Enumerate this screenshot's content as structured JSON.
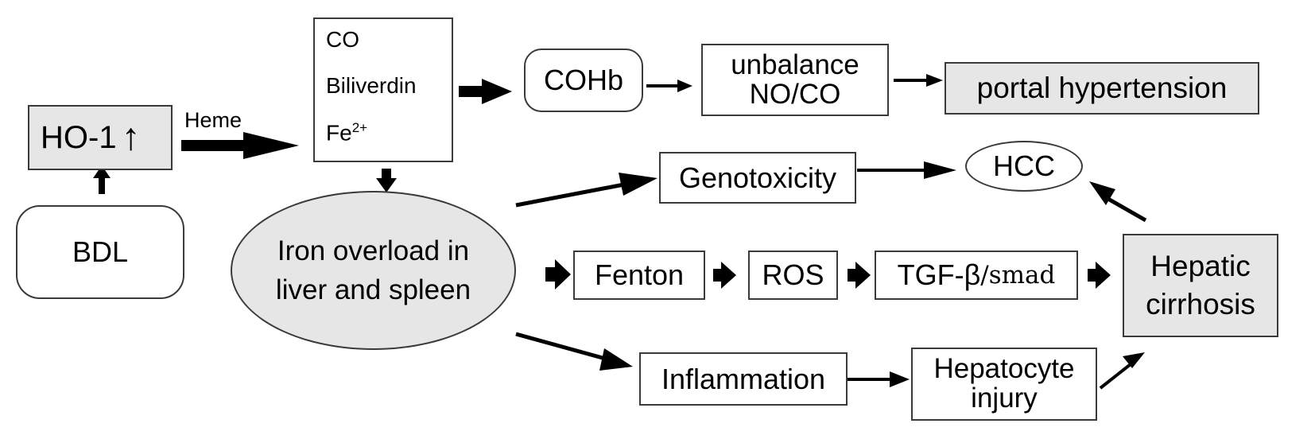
{
  "nodes": {
    "ho1": {
      "label": "HO-1",
      "arrow_glyph": "↑"
    },
    "bdl": {
      "label": "BDL"
    },
    "heme_label": "Heme",
    "products": {
      "co": "CO",
      "biliverdin": "Biliverdin",
      "fe": "Fe",
      "fe_sup": "2+"
    },
    "cohb": {
      "label": "COHb"
    },
    "unbalance": {
      "line1": "unbalance",
      "line2": "NO/CO"
    },
    "portal": {
      "label": "portal hypertension"
    },
    "iron": {
      "line1": "Iron overload in",
      "line2": "liver and spleen"
    },
    "genotoxicity": {
      "label": "Genotoxicity"
    },
    "hcc": {
      "label": "HCC"
    },
    "fenton": {
      "label": "Fenton"
    },
    "ros": {
      "label": "ROS"
    },
    "tgf": {
      "label": "TGF-β",
      "suffix": "/smad"
    },
    "cirrhosis": {
      "line1": "Hepatic",
      "line2": "cirrhosis"
    },
    "inflammation": {
      "label": "Inflammation"
    },
    "injury": {
      "line1": "Hepatocyte",
      "line2": "injury"
    }
  },
  "colors": {
    "stroke": "#3a3a3a",
    "shaded_fill": "#e6e6e6",
    "arrow": "#000000"
  }
}
